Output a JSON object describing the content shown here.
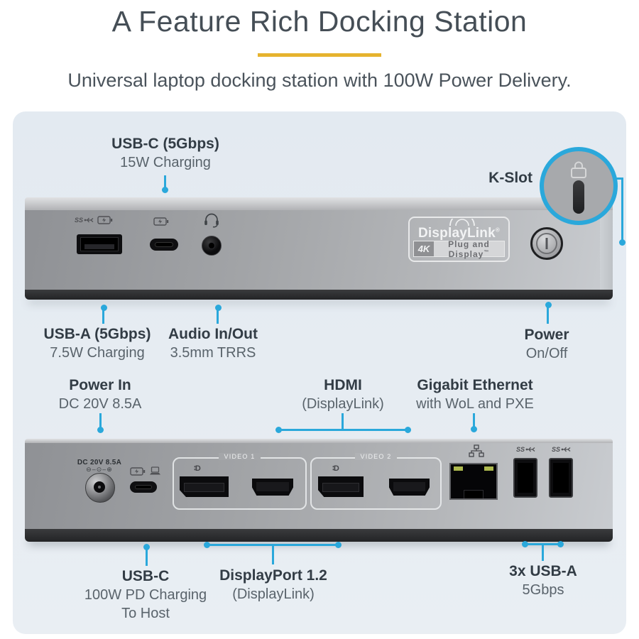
{
  "colors": {
    "accent": "#E6B32E",
    "callout": "#2AA8DB",
    "panel_top": "#E3EAF1",
    "panel_bottom": "#E9EEF3",
    "heading": "#454E56",
    "subheading": "#4A535B",
    "label": "#323C45",
    "label2": "#59636B"
  },
  "header": {
    "title": "A Feature Rich Docking Station",
    "subtitle": "Universal laptop docking station with 100W Power Delivery."
  },
  "front_view": {
    "callouts": {
      "usb_c_top": {
        "line1": "USB-C (5Gbps)",
        "line2": "15W Charging"
      },
      "k_slot": {
        "label": "K-Slot"
      },
      "usb_a": {
        "line1": "USB-A (5Gbps)",
        "line2": "7.5W Charging"
      },
      "audio": {
        "line1": "Audio In/Out",
        "line2": "3.5mm TRRS"
      },
      "power": {
        "line1": "Power",
        "line2": "On/Off"
      }
    },
    "badge": {
      "brand": "DisplayLink",
      "registered": "®",
      "resolution": "4K",
      "tagline": "Plug and Display",
      "trademark": "™"
    }
  },
  "back_view": {
    "callouts": {
      "power_in": {
        "line1": "Power In",
        "line2": "DC 20V 8.5A"
      },
      "hdmi": {
        "line1": "HDMI",
        "line2": "(DisplayLink)"
      },
      "ethernet": {
        "line1": "Gigabit Ethernet",
        "line2": "with WoL and PXE"
      },
      "usb_c_host": {
        "line1": "USB-C",
        "line2": "100W PD Charging",
        "line3": "To Host"
      },
      "displayport": {
        "line1": "DisplayPort 1.2",
        "line2": "(DisplayLink)"
      },
      "usb_a_3x": {
        "line1": "3x USB-A",
        "line2": "5Gbps"
      }
    },
    "port_labels": {
      "dc": "DC 20V 8.5A",
      "dc_polarity": "⊖–⊙–⊕",
      "video1": "VIDEO 1",
      "video2": "VIDEO 2"
    }
  },
  "icons": {
    "ss": "SS",
    "dp_logo": "∶D"
  }
}
